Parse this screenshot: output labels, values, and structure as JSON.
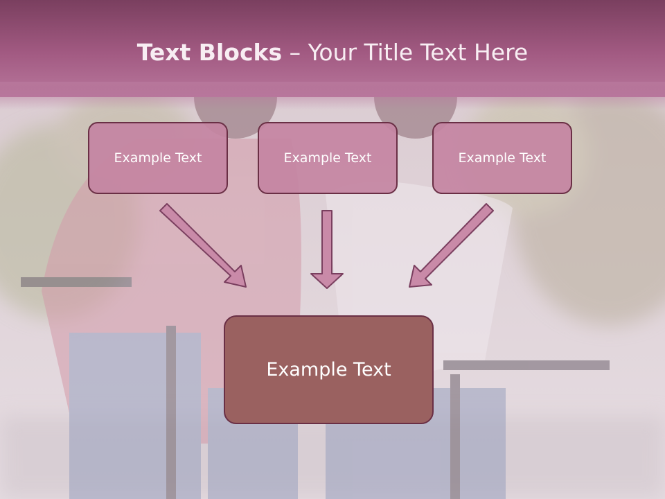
{
  "slide": {
    "title_bold": "Text Blocks",
    "title_dash": " – ",
    "title_rest": "Your Title Text Here",
    "boxes": [
      {
        "label": "Example Text"
      },
      {
        "label": "Example Text"
      },
      {
        "label": "Example Text"
      }
    ],
    "main_box": {
      "label": "Example Text"
    }
  },
  "colors": {
    "header": "#a25a82",
    "box_fill": "#c484a2",
    "box_border": "#6a2f45",
    "main_box_fill": "#9a6160",
    "arrow_fill": "#c98aa8"
  }
}
